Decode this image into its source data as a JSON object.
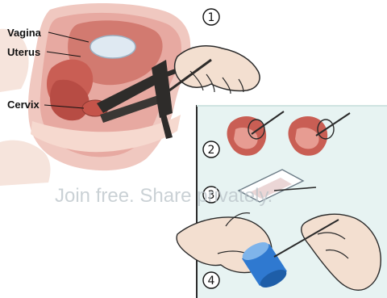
{
  "labels": {
    "vagina": "Vagina",
    "uterus": "Uterus",
    "cervix": "Cervix"
  },
  "steps": [
    "1",
    "2",
    "3",
    "4"
  ],
  "watermark": "Join free. Share privately.",
  "colors": {
    "panel_bg": "#e7f3f2",
    "panel_border": "#cfe3e1",
    "tissue": "#e7a9a1",
    "tissue_dark": "#c95e54",
    "skin": "#f3dfd0",
    "speculum": "#2e2c2a",
    "vial": "#2f79d0",
    "line": "#111111"
  },
  "icons": [
    "anatomy-cross-section",
    "speculum",
    "gloved-hand",
    "spatula",
    "brush",
    "glass-slide",
    "specimen-vial"
  ]
}
